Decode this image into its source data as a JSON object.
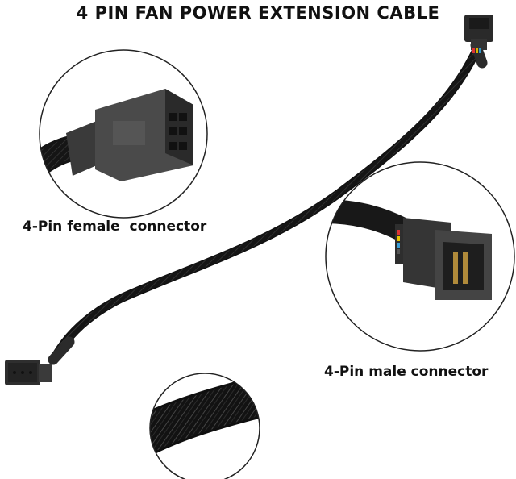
{
  "title": "4 PIN FAN POWER EXTENSION CABLE",
  "labels": {
    "female": "4-Pin female  connector",
    "male": "4-Pin male connector"
  },
  "colors": {
    "sleeve": "#141414",
    "connector": "#2a2a2a",
    "circle_border": "#222222"
  }
}
